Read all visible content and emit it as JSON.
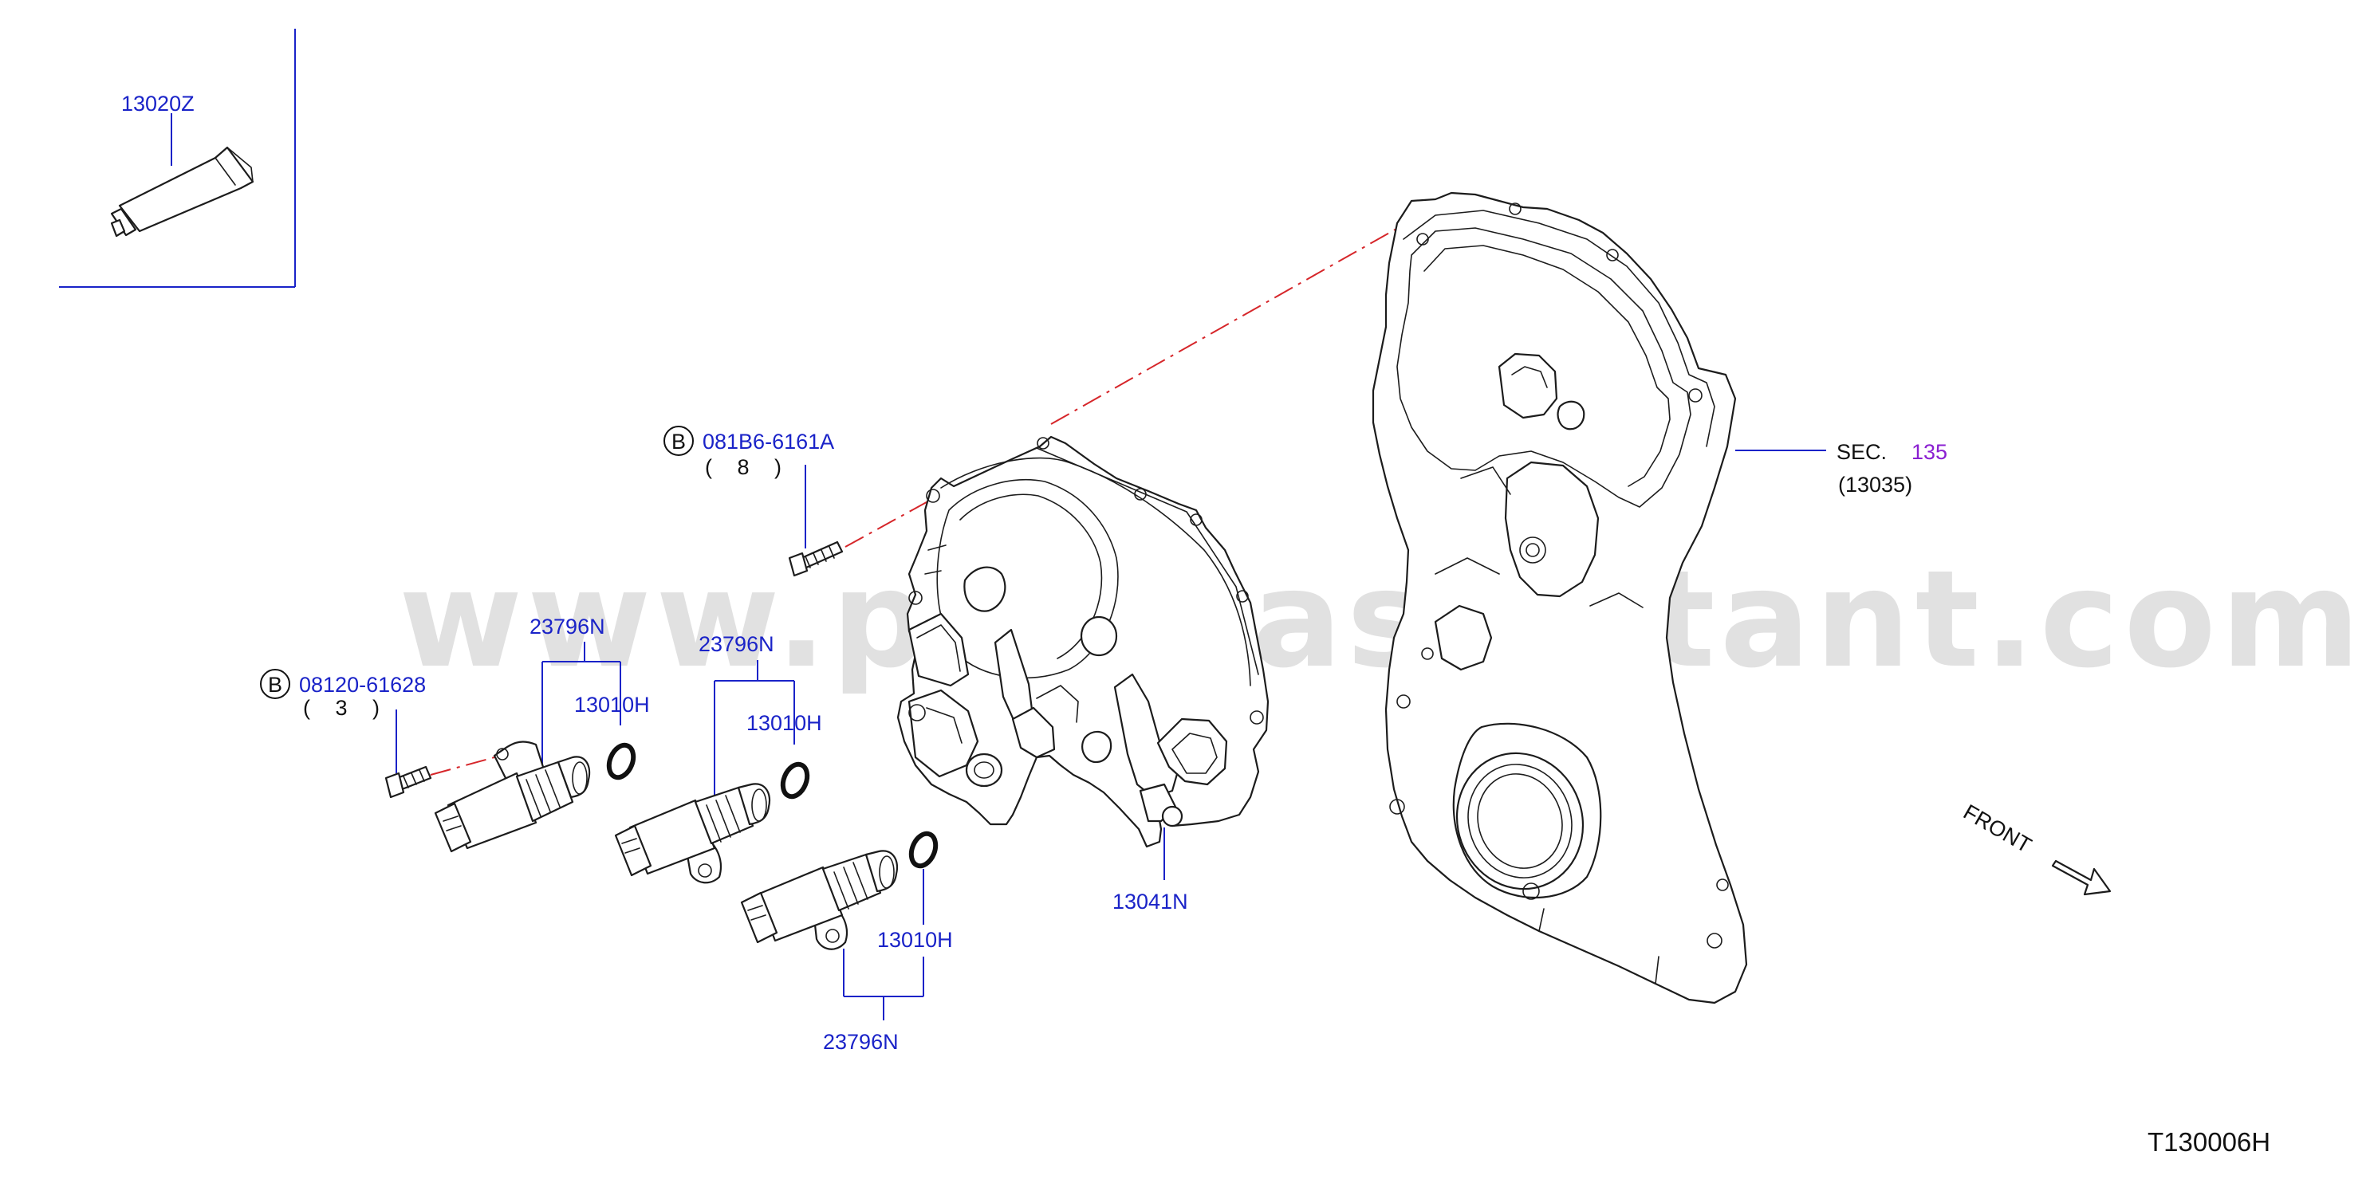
{
  "diagram_id": "T130006H",
  "watermark": "www.partsassistant.com",
  "bolt_prefix": "B",
  "labels": {
    "sealant": "13020Z",
    "bolt_upper": "081B6-6161A",
    "bolt_upper_qty": "( 8 )",
    "bolt_lower": "08120-61628",
    "bolt_lower_qty": "( 3 )",
    "valve_1": "23796N",
    "oring_1": "13010H",
    "valve_2": "23796N",
    "oring_2": "13010H",
    "oring_3": "13010H",
    "valve_3": "23796N",
    "front_cover": "13041N",
    "sec_prefix": "SEC.",
    "sec_number": "135",
    "sec_ref": "(13035)",
    "front": "FRONT"
  }
}
